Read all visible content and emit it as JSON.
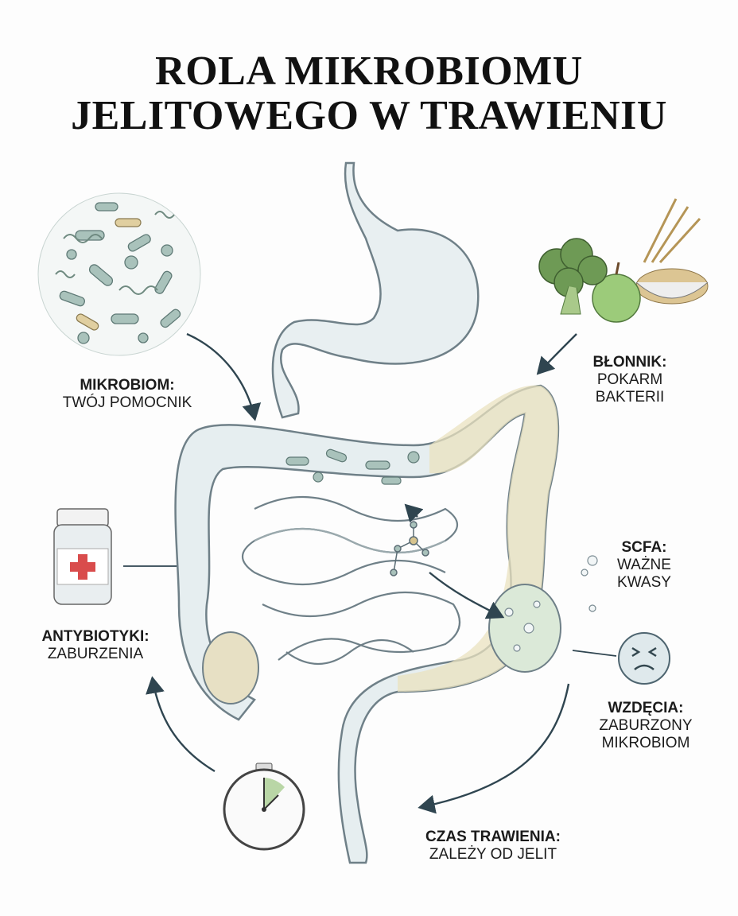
{
  "title": {
    "line1": "ROLA MIKROBIOMU",
    "line2": "JELITOWEGO W TRAWIENIU"
  },
  "labels": {
    "microbiome": {
      "heading": "MIKROBIOM:",
      "sub": "TWÓJ POMOCNIK"
    },
    "fiber": {
      "heading": "BŁONNIK:",
      "sub1": "POKARM",
      "sub2": "BAKTERII"
    },
    "scfa": {
      "heading": "SCFA:",
      "sub1": "WAŻNE",
      "sub2": "KWASY"
    },
    "antibiotics": {
      "heading": "ANTYBIOTYKI:",
      "sub": "ZABURZENIA"
    },
    "bloating": {
      "heading": "WZDĘCIA:",
      "sub1": "ZABURZONY",
      "sub2": "MIKROBIOM"
    },
    "digestion_time": {
      "heading": "CZAS TRAWIENIA:",
      "sub": "ZALEŻY OD JELIT"
    }
  },
  "colors": {
    "gut_fill": "#e6eef0",
    "gut_stroke": "#6f8088",
    "colon_tint": "#e9e2bf",
    "bacteria": "#9fb8ad",
    "arrow": "#2f4550",
    "cross": "#d94c4c"
  }
}
